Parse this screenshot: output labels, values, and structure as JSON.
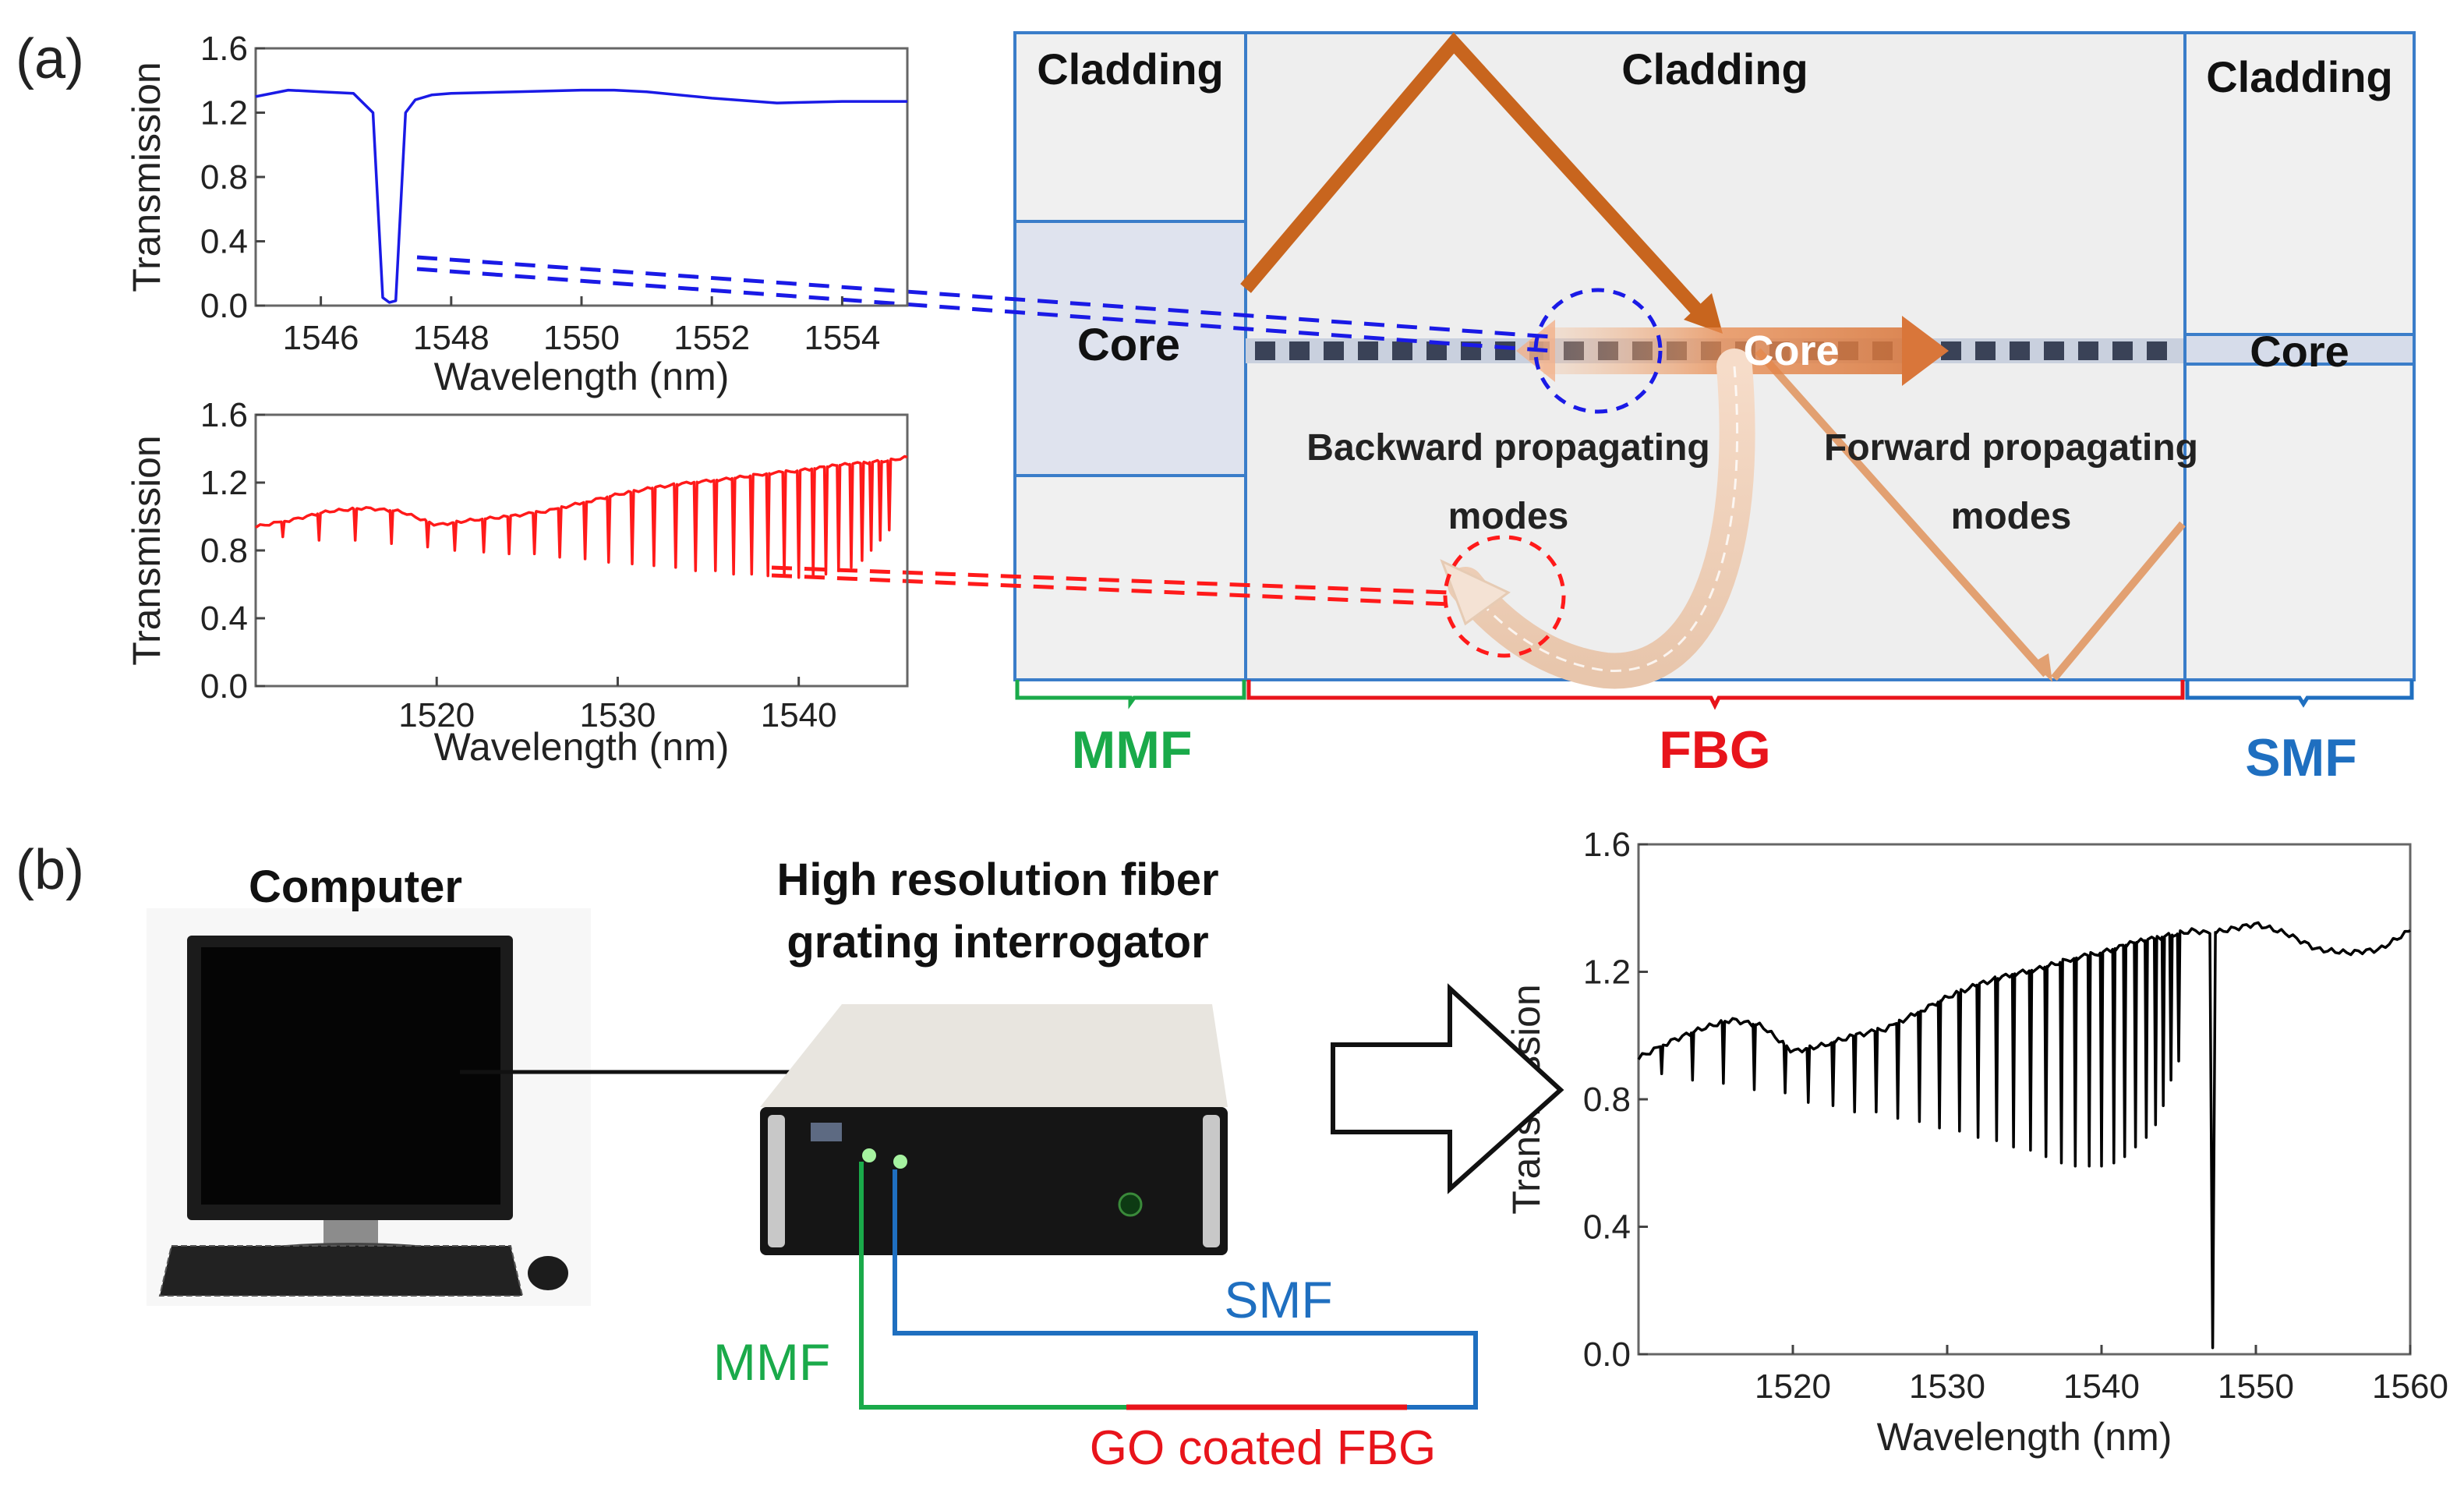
{
  "panel_a_label": "(a)",
  "panel_b_label": "(b)",
  "colors": {
    "mmf_green": "#1aaa4a",
    "fbg_red": "#e8141b",
    "smf_blue": "#1f6fc0",
    "blue_trace": "#1a1ae6",
    "red_trace": "#ff1a1a",
    "cladding_bg": "#f0f0f0",
    "mmf_core": "#dfe3ee",
    "ray_orange": "#c8651e",
    "ray_light": "#e2a071"
  },
  "fiber_diagram": {
    "cladding_left": "Cladding",
    "cladding_mid": "Cladding",
    "cladding_right": "Cladding",
    "core_left": "Core",
    "core_mid": "Core",
    "core_right": "Core",
    "backward_line1": "Backward propagating",
    "backward_line2": "modes",
    "forward_line1": "Forward propagating",
    "forward_line2": "modes",
    "mmf_label": "MMF",
    "fbg_label": "FBG",
    "smf_label": "SMF"
  },
  "setup": {
    "computer_label": "Computer",
    "interrogator_line1": "High resolution fiber",
    "interrogator_line2": "grating interrogator",
    "smf_label": "SMF",
    "mmf_label": "MMF",
    "fbg_label": "GO coated  FBG"
  },
  "chart_data": [
    {
      "type": "line",
      "name": "panel-a-top",
      "xlabel": "Wavelength (nm)",
      "ylabel": "Transmission",
      "xlim": [
        1545,
        1555
      ],
      "ylim": [
        0.0,
        1.6
      ],
      "xticks": [
        "1546",
        "1548",
        "1550",
        "1552",
        "1554"
      ],
      "yticks": [
        "0.0",
        "0.4",
        "0.8",
        "1.2",
        "1.6"
      ],
      "color": "#1a1ae6",
      "x": [
        1545.0,
        1545.5,
        1546.0,
        1546.5,
        1546.8,
        1546.95,
        1547.05,
        1547.15,
        1547.3,
        1547.45,
        1547.7,
        1548.0,
        1549.0,
        1550.0,
        1550.5,
        1551.0,
        1552.0,
        1553.0,
        1554.0,
        1555.0
      ],
      "y": [
        1.3,
        1.34,
        1.33,
        1.32,
        1.2,
        0.05,
        0.02,
        0.03,
        1.2,
        1.28,
        1.31,
        1.32,
        1.33,
        1.34,
        1.34,
        1.33,
        1.29,
        1.26,
        1.27,
        1.27
      ]
    },
    {
      "type": "line",
      "name": "panel-a-bottom",
      "xlabel": "Wavelength (nm)",
      "ylabel": "Transmission",
      "xlim": [
        1510,
        1546
      ],
      "ylim": [
        0.0,
        1.6
      ],
      "xticks": [
        "1520",
        "1530",
        "1540"
      ],
      "yticks": [
        "0.0",
        "0.4",
        "0.8",
        "1.2",
        "1.6"
      ],
      "color": "#ff1a1a",
      "envelope_x": [
        1510,
        1512,
        1514,
        1516,
        1518,
        1520,
        1522,
        1524,
        1526,
        1528,
        1530,
        1532,
        1534,
        1536,
        1538,
        1540,
        1542,
        1544,
        1545,
        1546
      ],
      "envelope_y": [
        0.94,
        0.98,
        1.03,
        1.05,
        1.03,
        0.95,
        0.98,
        1.0,
        1.03,
        1.08,
        1.13,
        1.17,
        1.2,
        1.22,
        1.25,
        1.27,
        1.3,
        1.32,
        1.33,
        1.35
      ],
      "dip_x": [
        1511.5,
        1513.5,
        1515.5,
        1517.5,
        1519.5,
        1521.0,
        1522.6,
        1524.0,
        1525.4,
        1526.8,
        1528.2,
        1529.5,
        1530.8,
        1532.0,
        1533.2,
        1534.3,
        1535.4,
        1536.4,
        1537.4,
        1538.3,
        1539.2,
        1540.0,
        1540.8,
        1541.5,
        1542.2,
        1542.9,
        1543.5,
        1544.0,
        1544.5,
        1545.0
      ],
      "dip_min_y": [
        0.88,
        0.86,
        0.86,
        0.84,
        0.82,
        0.8,
        0.79,
        0.78,
        0.78,
        0.76,
        0.75,
        0.73,
        0.72,
        0.71,
        0.7,
        0.68,
        0.68,
        0.66,
        0.66,
        0.65,
        0.65,
        0.64,
        0.64,
        0.66,
        0.68,
        0.7,
        0.74,
        0.8,
        0.86,
        0.92
      ]
    },
    {
      "type": "line",
      "name": "panel-b",
      "xlabel": "Wavelength (nm)",
      "ylabel": "Transmission",
      "xlim": [
        1510,
        1560
      ],
      "ylim": [
        0.0,
        1.6
      ],
      "xticks": [
        "1520",
        "1530",
        "1540",
        "1550",
        "1560"
      ],
      "yticks": [
        "0.0",
        "0.4",
        "0.8",
        "1.2",
        "1.6"
      ],
      "color": "#000000",
      "envelope_x": [
        1510,
        1512,
        1514,
        1516,
        1518,
        1520,
        1522,
        1524,
        1526,
        1528,
        1530,
        1532,
        1534,
        1536,
        1538,
        1540,
        1542,
        1544,
        1545,
        1546,
        1547,
        1548,
        1550,
        1552,
        1554,
        1556,
        1558,
        1560
      ],
      "envelope_y": [
        0.93,
        0.98,
        1.02,
        1.05,
        1.03,
        0.95,
        0.97,
        1.0,
        1.02,
        1.07,
        1.12,
        1.16,
        1.19,
        1.21,
        1.24,
        1.26,
        1.29,
        1.31,
        1.32,
        1.33,
        1.32,
        1.33,
        1.35,
        1.32,
        1.27,
        1.26,
        1.27,
        1.33
      ],
      "dip_x": [
        1511.5,
        1513.5,
        1515.5,
        1517.5,
        1519.5,
        1521.0,
        1522.6,
        1524.0,
        1525.4,
        1526.8,
        1528.2,
        1529.5,
        1530.8,
        1532.0,
        1533.2,
        1534.3,
        1535.4,
        1536.4,
        1537.4,
        1538.3,
        1539.2,
        1540.0,
        1540.8,
        1541.5,
        1542.2,
        1542.9,
        1543.5,
        1544.0,
        1544.5,
        1545.0
      ],
      "dip_min_y": [
        0.88,
        0.86,
        0.85,
        0.83,
        0.82,
        0.79,
        0.78,
        0.76,
        0.76,
        0.74,
        0.73,
        0.71,
        0.7,
        0.68,
        0.67,
        0.65,
        0.64,
        0.62,
        0.6,
        0.59,
        0.59,
        0.59,
        0.6,
        0.62,
        0.65,
        0.68,
        0.72,
        0.78,
        0.86,
        0.92
      ],
      "main_dip_x": 1547.2,
      "main_dip_y": 0.02
    }
  ]
}
